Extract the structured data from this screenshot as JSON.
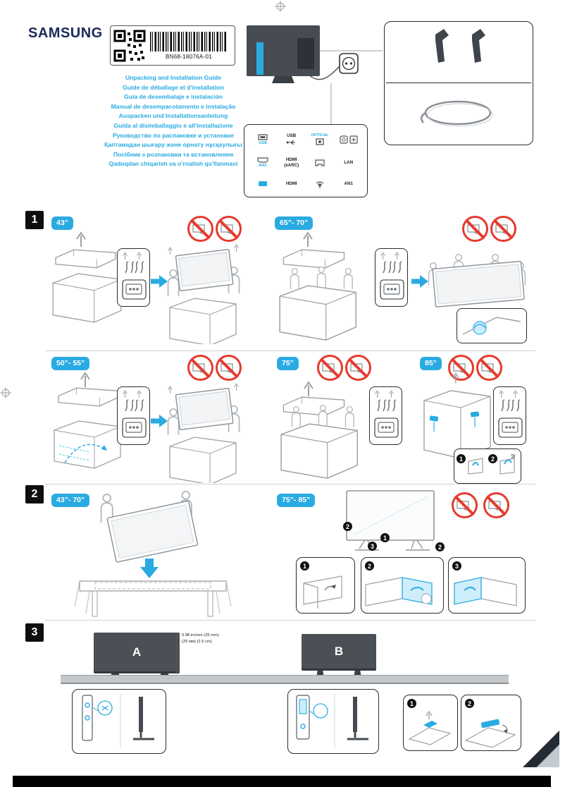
{
  "meta": {
    "logo": "SAMSUNG",
    "part_number": "BN68-18076A-01"
  },
  "colors": {
    "accent": "#29abe2",
    "logo_navy": "#1b2a5a",
    "prohibition_red": "#e63a2e"
  },
  "titles": [
    "Unpacking and Installation Guide",
    "Guide de déballage et d'installation",
    "Guía de desembalaje e instalación",
    "Manual de desempacotamento e instalação",
    "Auspacken und Installationsanleitung",
    "Guida al disimballaggio e all'installazione",
    "Руководство по распаковке и установке",
    "Қаптамадан шығару және орнату нұсқаулығы",
    "Посібник з розпаковки та встановлення",
    "Qadoqdan chiqarish va o'rnatish qo'llanmasi"
  ],
  "ports": {
    "usb_label": "USB",
    "usb_data_label": "USB",
    "optical_label": "OPTICAL",
    "arc_label": "ARC",
    "hdmi_earc_label": "HDMI",
    "hdmi_earc_sub": "(eARC)",
    "lan_label": "LAN",
    "hdmi_label": "HDMI",
    "an1_label": "AN1"
  },
  "steps": {
    "n1": "1",
    "n2": "2",
    "n3": "3"
  },
  "sections": {
    "s1": {
      "number": "1",
      "badge_43": "43”",
      "badge_65_70": "65”- 70”",
      "badge_50_55": "50”- 55”",
      "badge_75": "75”",
      "badge_85": "85”"
    },
    "s2": {
      "number": "2",
      "badge_43_70": "43”- 70”",
      "badge_75_85": "75”- 85”"
    },
    "s3": {
      "number": "3",
      "label_a": "A",
      "label_b": "B",
      "measure_line1": "0.98 inches (25 mm)",
      "measure_line2": "(25 мм) (2.5 cm)"
    }
  },
  "icons": [
    "qr-code",
    "barcode",
    "usb-port-icon",
    "hdmi-port-icon",
    "optical-port-icon",
    "lan-port-icon",
    "antenna-icon",
    "power-plug-icon",
    "stand-legs-icon",
    "cable-tie-icon",
    "prohibition-icon",
    "up-arrow-icon",
    "down-arrow-icon",
    "next-arrow-icon",
    "screws-box-icon",
    "magnifier-icon",
    "page-fold-icon",
    "registration-mark-icon"
  ]
}
